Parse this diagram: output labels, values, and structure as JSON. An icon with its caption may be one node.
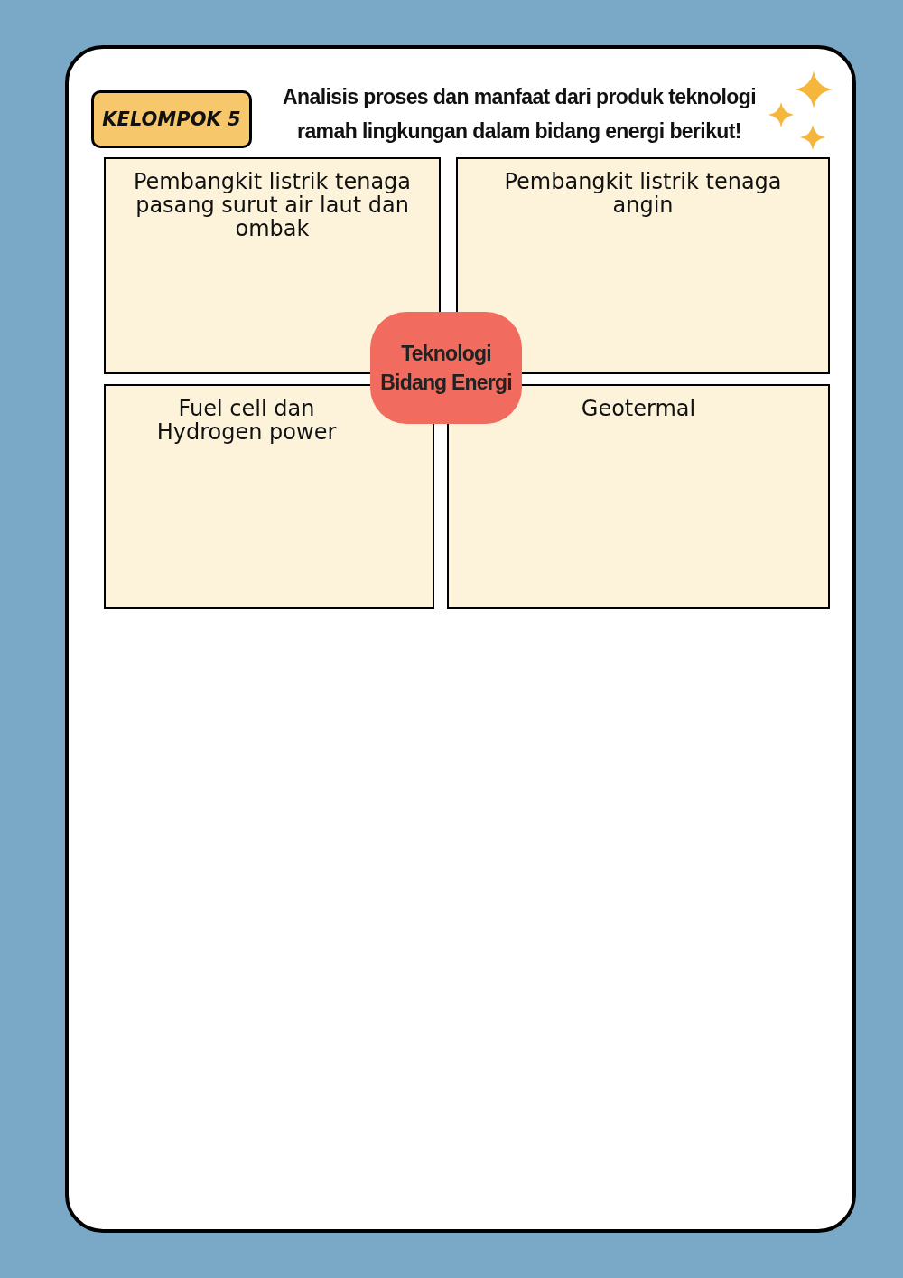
{
  "diagram": {
    "title": "Analisis proses dan manfaat dari produk teknologi ramah lingkungan dalam bidang energi berikut!",
    "nodes": [
      {
        "text": [
          "KELOMPOK 5"
        ]
      },
      {
        "text": [
          "Pembangkit listrik tenaga pasang surut air laut dan ombak"
        ]
      },
      {
        "text": [
          "Pembangkit listrik tenaga angin"
        ]
      },
      {
        "text": [
          "Teknologi Bidang Energi"
        ]
      },
      {
        "text": [
          "Fuel cell dan Hydrogen power"
        ]
      },
      {
        "text": [
          "Geotermal"
        ]
      }
    ]
  }
}
